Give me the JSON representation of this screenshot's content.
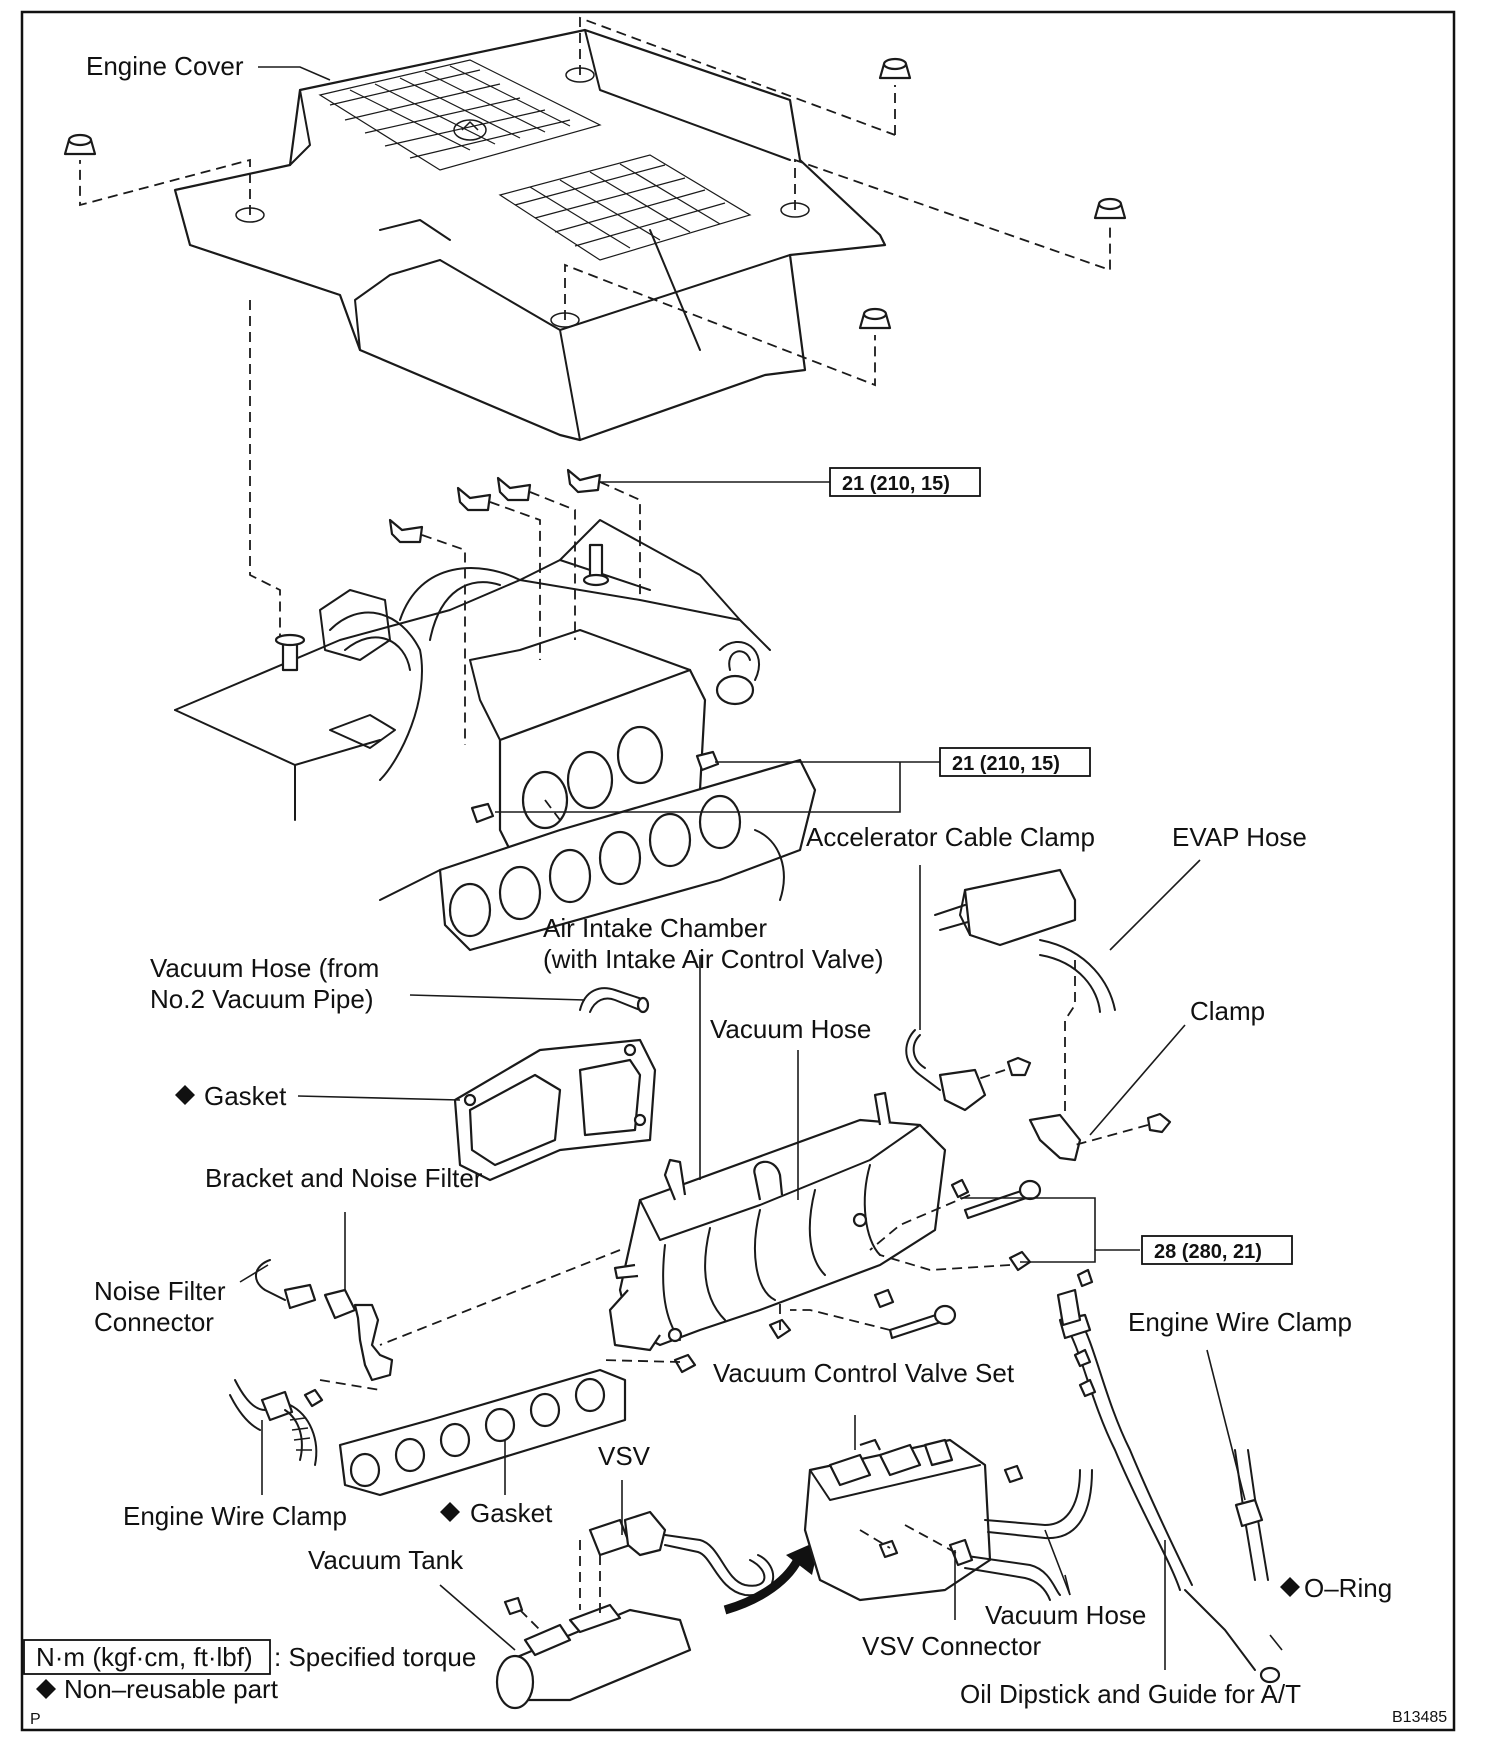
{
  "labels": {
    "engine_cover": "Engine Cover",
    "torque_upper": "21 (210, 15)",
    "torque_middle": "21 (210, 15)",
    "accelerator_cable_clamp": "Accelerator Cable Clamp",
    "evap_hose": "EVAP Hose",
    "air_intake_chamber_l1": "Air Intake Chamber",
    "air_intake_chamber_l2": "(with Intake Air Control Valve)",
    "vacuum_hose_from_l1": "Vacuum Hose (from",
    "vacuum_hose_from_l2": "No.2 Vacuum Pipe)",
    "clamp": "Clamp",
    "vacuum_hose_upper": "Vacuum Hose",
    "gasket_upper": "Gasket",
    "bracket_noise_filter": "Bracket and Noise Filter",
    "torque_lower": "28 (280, 21)",
    "noise_filter_connector_l1": "Noise Filter",
    "noise_filter_connector_l2": "Connector",
    "engine_wire_clamp_right": "Engine Wire Clamp",
    "vacuum_control_valve_set": "Vacuum Control Valve Set",
    "vsv": "VSV",
    "engine_wire_clamp_left": "Engine Wire Clamp",
    "gasket_lower": "Gasket",
    "vacuum_tank": "Vacuum Tank",
    "o_ring": "O–Ring",
    "vacuum_hose_lower": "Vacuum Hose",
    "vsv_connector": "VSV Connector",
    "oil_dipstick": "Oil Dipstick and Guide for A/T"
  },
  "legend": {
    "torque_unit": "N·m (kgf·cm, ft·lbf)",
    "torque_desc": ": Specified torque",
    "nonreusable_desc": "Non–reusable part"
  },
  "corner": {
    "left": "P",
    "figure_id": "B13485"
  },
  "icons": {
    "nonreusable_marker": "black-diamond-icon",
    "bolt": "bolt-icon",
    "nut": "nut-icon"
  }
}
